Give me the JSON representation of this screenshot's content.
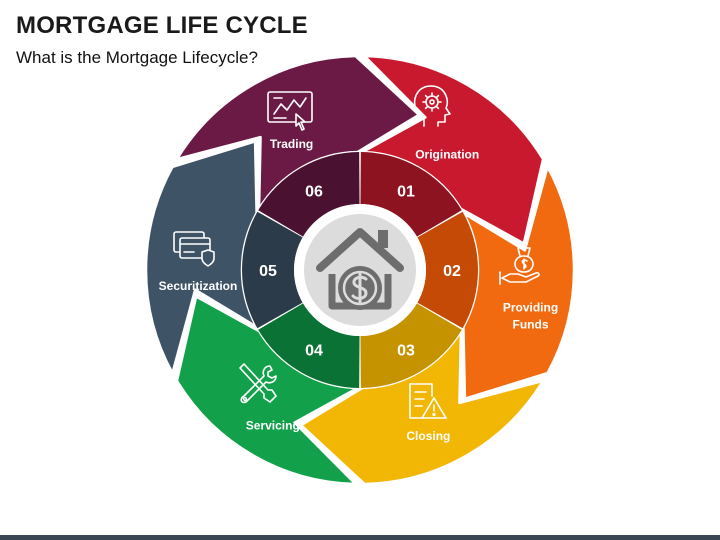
{
  "header": {
    "title": "MORTGAGE LIFE CYCLE",
    "subtitle": "What is the Mortgage Lifecycle?"
  },
  "stages": [
    {
      "number": "01",
      "label": "Origination",
      "label_line2": "",
      "color": "#c8192e",
      "inner_color": "#8e1320",
      "icon": "gear-head-icon"
    },
    {
      "number": "02",
      "label": "Providing",
      "label_line2": "Funds",
      "color": "#f26a10",
      "inner_color": "#c44a06",
      "icon": "money-bag-hand-icon"
    },
    {
      "number": "03",
      "label": "Closing",
      "label_line2": "",
      "color": "#f2b705",
      "inner_color": "#c59200",
      "icon": "document-warning-icon"
    },
    {
      "number": "04",
      "label": "Servicing",
      "label_line2": "",
      "color": "#12a04b",
      "inner_color": "#0b7235",
      "icon": "tools-icon"
    },
    {
      "number": "05",
      "label": "Securitization",
      "label_line2": "",
      "color": "#3f5366",
      "inner_color": "#2c3b49",
      "icon": "credit-cards-icon"
    },
    {
      "number": "06",
      "label": "Trading",
      "label_line2": "",
      "color": "#6b1a45",
      "inner_color": "#4a1230",
      "icon": "trading-screen-icon"
    }
  ],
  "center": {
    "icon": "house-dollar-icon",
    "ring_color": "#dcdcdc",
    "fill_color": "#ffffff",
    "icon_color": "#6d6d6d"
  },
  "footer": {
    "bar_color": "#3a4654"
  }
}
